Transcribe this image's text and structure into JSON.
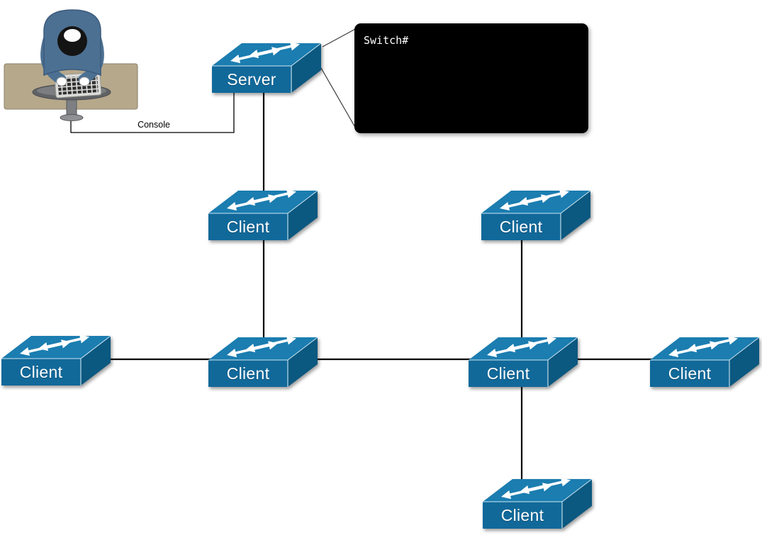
{
  "diagram": {
    "console_label": "Console",
    "terminal": {
      "prompt": "Switch#"
    },
    "nodes": [
      {
        "id": "server",
        "label": "Server"
      },
      {
        "id": "client-top-middle",
        "label": "Client"
      },
      {
        "id": "client-middle",
        "label": "Client"
      },
      {
        "id": "client-far-left",
        "label": "Client"
      },
      {
        "id": "client-right-mid",
        "label": "Client"
      },
      {
        "id": "client-top-right",
        "label": "Client"
      },
      {
        "id": "client-far-right",
        "label": "Client"
      },
      {
        "id": "client-bottom",
        "label": "Client"
      }
    ],
    "colors": {
      "switch_top": "#1b7db0",
      "switch_front": "#11699a",
      "switch_side": "#0b5880",
      "link": "#000000",
      "terminal_bg": "#000000",
      "terminal_text": "#ffffff",
      "desk": "#b6a88b"
    }
  }
}
